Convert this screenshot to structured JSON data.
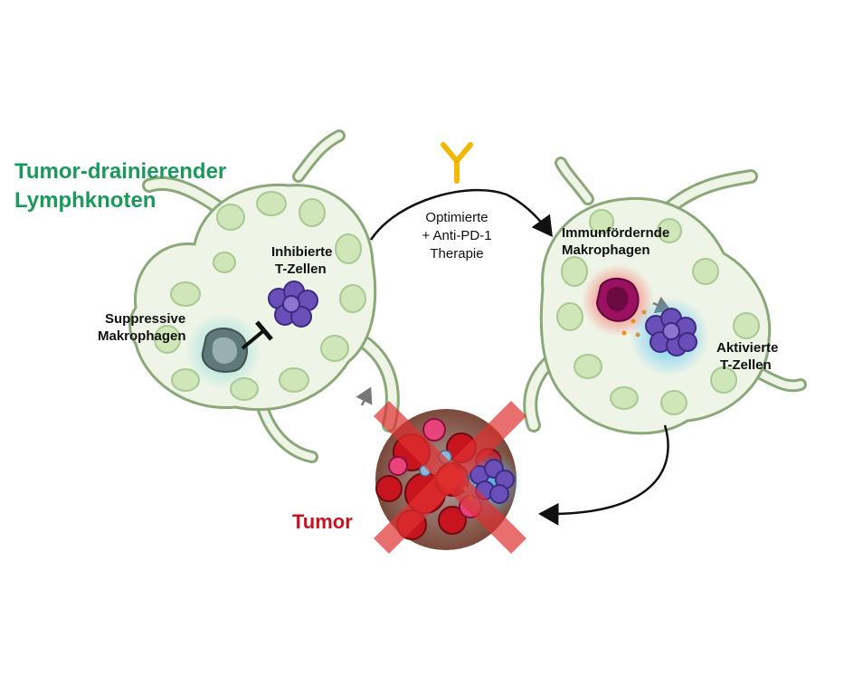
{
  "title": {
    "line1": "Tumor-drainierender",
    "line2": "Lymphknoten"
  },
  "labels": {
    "inhibited_t_cells": [
      "Inhibierte",
      "T-Zellen"
    ],
    "suppressive_macrophages": [
      "Suppressive",
      "Makrophagen"
    ],
    "immune_promoting_macrophages": [
      "Immunfördernde",
      "Makrophagen"
    ],
    "activated_t_cells": [
      "Aktivierte",
      "T-Zellen"
    ],
    "therapy": [
      "Optimierte",
      "+ Anti-PD-1",
      "Therapie"
    ],
    "tumor": "Tumor"
  },
  "colors": {
    "title_green": "#1a9a5a",
    "tumor_red": "#c8141e",
    "node_fill": "#eef4e6",
    "node_stroke": "#8aa878",
    "follicle_fill": "#cfe6b8",
    "tcell_purple": "#6a4fb8",
    "antibody_gold": "#f2b705",
    "suppressive_grey": "#5f7878",
    "promoting_magenta": "#9b1060",
    "cross_red": "#e03030"
  },
  "icons": [
    "antibody-icon",
    "inhibition-bar-icon",
    "cross-mark-icon"
  ]
}
